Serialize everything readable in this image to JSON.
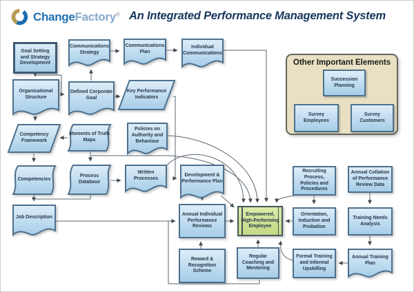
{
  "header": {
    "logo_change": "Change",
    "logo_factory": "Factory",
    "registered": "®",
    "title": "An Integrated Performance Management System"
  },
  "panel": {
    "title": "Other Important Elements",
    "items": {
      "succession": "Succession Planning",
      "survey_employees": "Survey Employees",
      "survey_customers": "Survey Customers"
    }
  },
  "nodes": {
    "goal_setting": "Goal Setting and Strategy Development",
    "comm_strategy": "Communications Strategy",
    "comm_plan": "Communications Plan",
    "indiv_comm": "Individual Communications",
    "org_structure": "Organisational Structure",
    "defined_goal": "Defined Corporate Goal",
    "kpi": "Key Performance Indicators",
    "competency_framework": "Competency Framework",
    "mot_maps": "Moments of Truth Maps",
    "policies": "Policies on Authority and Behaviour",
    "competencies": "Competencies",
    "process_db": "Process Database",
    "written_processes": "Written Processes",
    "dev_perf_plan": "Development & Performance Plan",
    "job_description": "Job Description",
    "aipr": "Annual Individual Performance Reviews",
    "reward": "Reward & Recognition Scheme",
    "reg_coaching": "Regular Coaching and Mentoring",
    "empowered": "Empowered, High-Performing Employee",
    "recruiting": "Recruiting Process, Policies and Procedures",
    "orientation": "Orientation, Induction and Probation",
    "annual_collation": "Annual Collation of Performance Review Data",
    "training_needs": "Training Needs Analysis",
    "formal_training": "Formal Training and Informal Upskilling",
    "annual_training_plan": "Annual Training Plan"
  },
  "colors": {
    "node_fill_top": "#ddedf8",
    "node_fill_bottom": "#a6cde8",
    "node_border": "#4d708e",
    "green_fill": "#cde092",
    "green_border": "#46555c",
    "panel_fill": "#e9e0c3",
    "title_color": "#17365d",
    "logo_blue": "#1d6eb0",
    "logo_gold": "#b99b55",
    "connector": "#5b6670"
  }
}
